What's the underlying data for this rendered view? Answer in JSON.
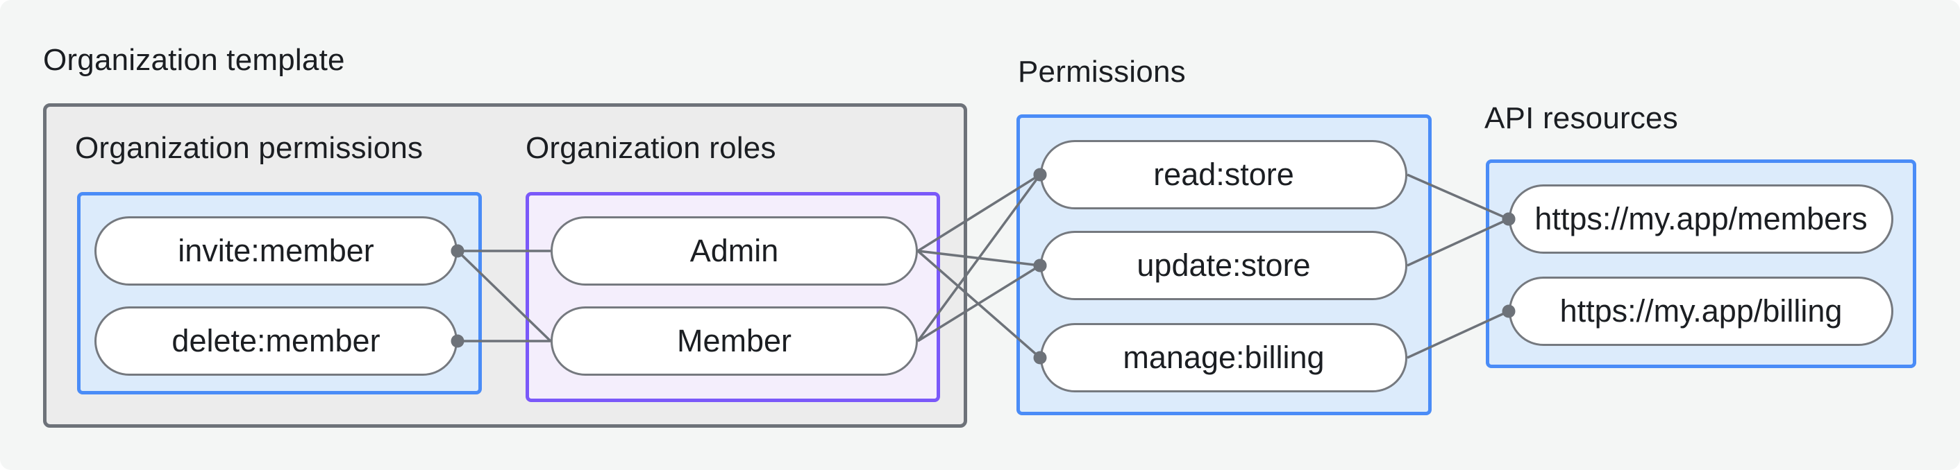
{
  "labels": {
    "org_template": "Organization template",
    "org_permissions": "Organization permissions",
    "org_roles": "Organization roles",
    "permissions": "Permissions",
    "api_resources": "API resources"
  },
  "nodes": {
    "invite": "invite:member",
    "delete": "delete:member",
    "admin": "Admin",
    "member": "Member",
    "read": "read:store",
    "update": "update:store",
    "manage": "manage:billing",
    "api_members": "https://my.app/members",
    "api_billing": "https://my.app/billing"
  },
  "edges": [
    {
      "from": "invite",
      "to": "admin",
      "dot": "from"
    },
    {
      "from": "invite",
      "to": "member",
      "dot": "from"
    },
    {
      "from": "delete",
      "to": "member",
      "dot": "from"
    },
    {
      "from": "admin",
      "to": "read",
      "dot": "to"
    },
    {
      "from": "admin",
      "to": "update",
      "dot": "to"
    },
    {
      "from": "admin",
      "to": "manage",
      "dot": "to"
    },
    {
      "from": "member",
      "to": "read",
      "dot": "to"
    },
    {
      "from": "member",
      "to": "update",
      "dot": "to"
    },
    {
      "from": "read",
      "to": "api_members",
      "dot": "to"
    },
    {
      "from": "update",
      "to": "api_members",
      "dot": "to"
    },
    {
      "from": "manage",
      "to": "api_billing",
      "dot": "to"
    }
  ],
  "colors": {
    "canvas_bg": "#f4f6f5",
    "gray_box_fill": "#ececec",
    "gray_box_border": "#6d7279",
    "blue_box_fill": "#dcebfb",
    "blue_box_border": "#4a8cf7",
    "purple_box_fill": "#f4eefc",
    "purple_box_border": "#7a58f9",
    "pill_fill": "#ffffff",
    "pill_border": "#75797f",
    "edge_line": "#6d7279",
    "edge_dot": "#6d7279",
    "text": "#1b1e22"
  },
  "edge_style": {
    "line_width": 3.5,
    "dot_radius": 9.5
  }
}
